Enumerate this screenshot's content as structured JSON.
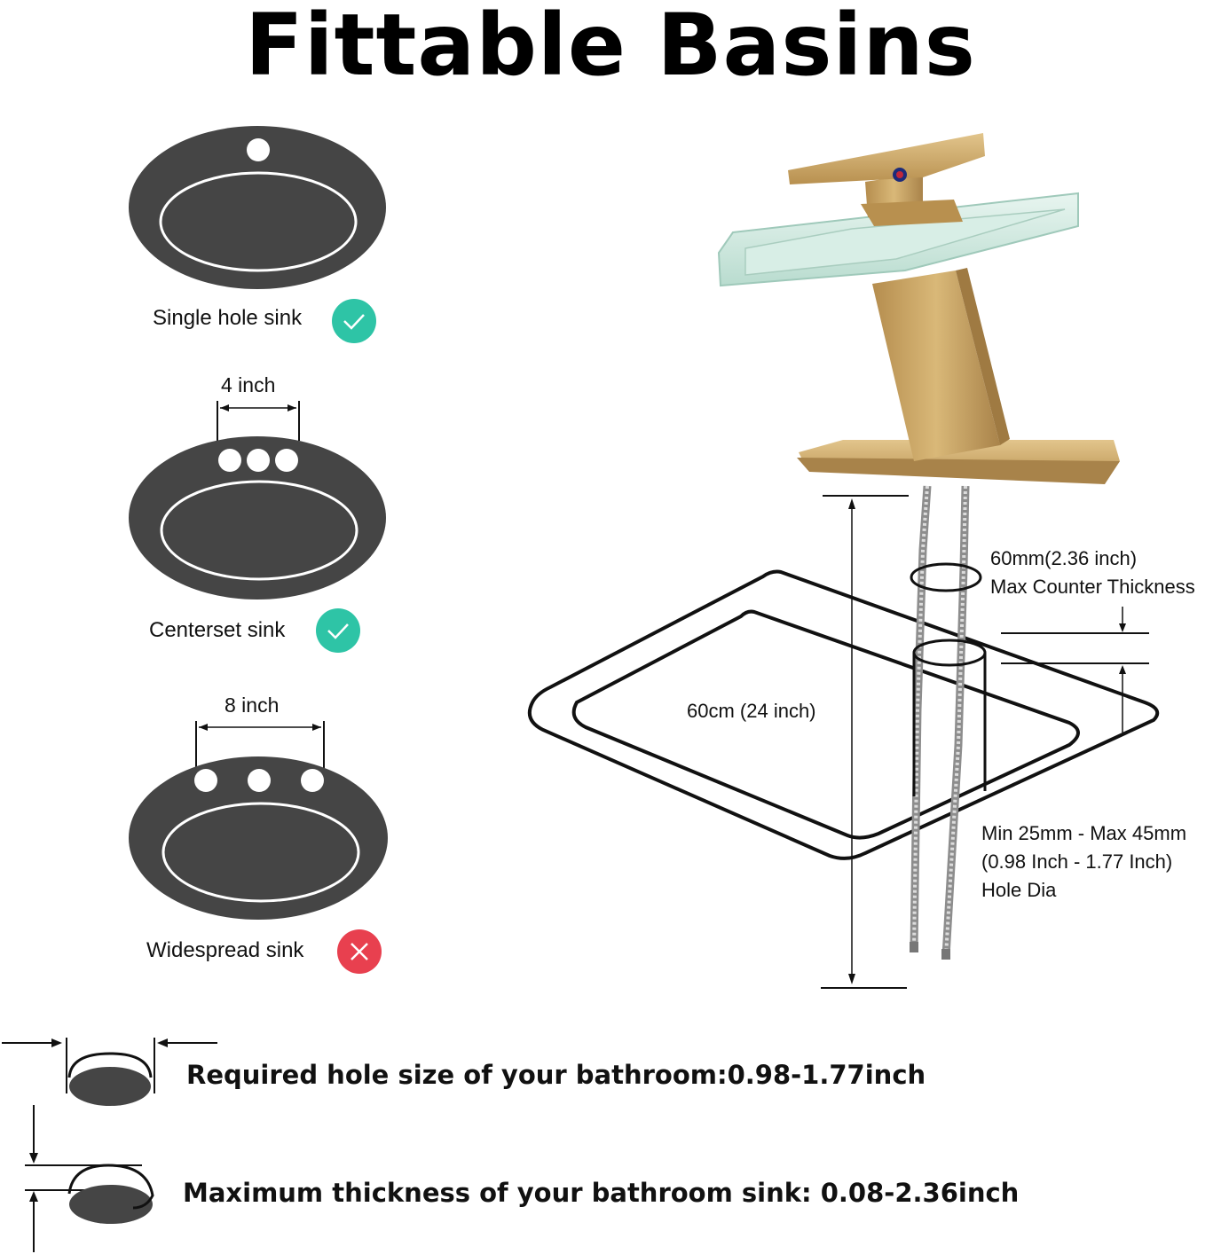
{
  "title": "Fittable Basins",
  "sinks": [
    {
      "label": "Single hole sink",
      "compatible": true,
      "status_icon": "check-icon"
    },
    {
      "label": "Centerset sink",
      "compatible": true,
      "spacing": "4 inch",
      "status_icon": "check-icon"
    },
    {
      "label": "Widespread sink",
      "compatible": false,
      "spacing": "8 inch",
      "status_icon": "cross-icon"
    }
  ],
  "diagram": {
    "counter_thickness": [
      "60mm(2.36 inch)",
      "Max Counter Thickness"
    ],
    "hose_length": "60cm (24 inch)",
    "hole_dia": [
      "Min 25mm - Max 45mm",
      "(0.98 Inch - 1.77 Inch)",
      "Hole Dia"
    ]
  },
  "requirements": {
    "hole_size": "Required hole size of your bathroom:0.98-1.77inch",
    "thickness": "Maximum thickness of your bathroom sink: 0.08-2.36inch"
  },
  "colors": {
    "sink_fill": "#454545",
    "check_green": "#2ec4a6",
    "cross_red": "#e8404f",
    "faucet_gold": "#c9a461",
    "glass": "#cfe8df"
  }
}
